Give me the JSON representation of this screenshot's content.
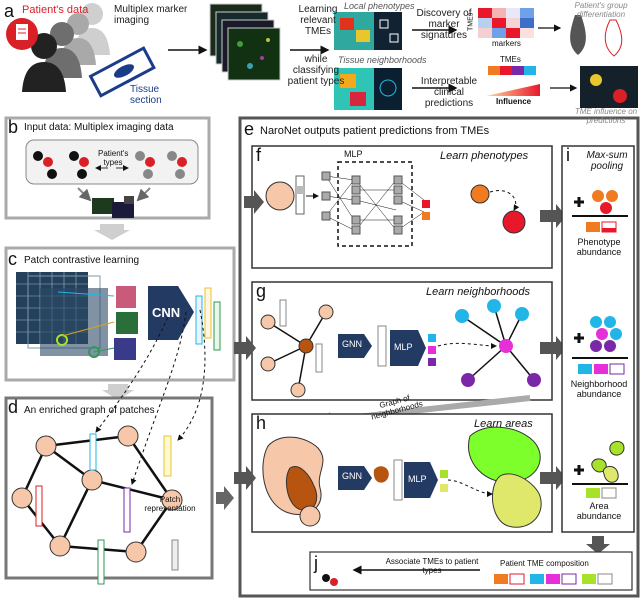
{
  "panel_a": {
    "letter": "a",
    "patient_data": "Patient's data",
    "imaging": "Multiplex marker imaging",
    "tissue": "Tissue section",
    "learning": "Learning relevant TMEs",
    "classifying": "while classifying patient types",
    "local_pheno": "Local phenotypes",
    "tissue_neigh": "Tissue neighborhoods",
    "discovery": "Discovery of marker signatures",
    "tmes": "TMEs",
    "markers": "markers",
    "group_diff": "Patient's group differentiation",
    "interpretable": "Interpretable clinical predictions",
    "tmes2": "TMEs",
    "influence": "Influence",
    "tme_influence": "TME influence on predictions"
  },
  "panel_b": {
    "letter": "b",
    "title": "Input data: Multiplex imaging data",
    "types": "Patient's types"
  },
  "panel_c": {
    "letter": "c",
    "title": "Patch contrastive learning",
    "cnn": "CNN"
  },
  "panel_d": {
    "letter": "d",
    "title": "An enriched graph of patches",
    "patch_rep": "Patch representation"
  },
  "panel_e": {
    "letter": "e",
    "title": "NaroNet outputs patient predictions from TMEs"
  },
  "panel_f": {
    "letter": "f",
    "title": "Learn phenotypes",
    "mlp": "MLP"
  },
  "panel_g": {
    "letter": "g",
    "title": "Learn neighborhoods",
    "gnn": "GNN",
    "mlp": "MLP",
    "graph_of": "Graph of neighborhoods"
  },
  "panel_h": {
    "letter": "h",
    "title": "Learn areas",
    "gnn": "GNN",
    "mlp": "MLP"
  },
  "panel_i": {
    "letter": "i",
    "title": "Max-sum pooling",
    "pheno_ab": "Phenotype abundance",
    "neigh_ab": "Neighborhood abundance",
    "area_ab": "Area abundance"
  },
  "panel_j": {
    "letter": "j",
    "assoc": "Associate TMEs to patient types",
    "composition": "Patient TME composition"
  },
  "colors": {
    "orange": "#f07b21",
    "red": "#e8182a",
    "peach": "#f6c7a8",
    "navy": "#233a63",
    "cyan": "#22b6e8",
    "magenta": "#e62fd8",
    "purple": "#7a28a8",
    "lime": "#a6e22a",
    "brown": "#b7540f"
  }
}
